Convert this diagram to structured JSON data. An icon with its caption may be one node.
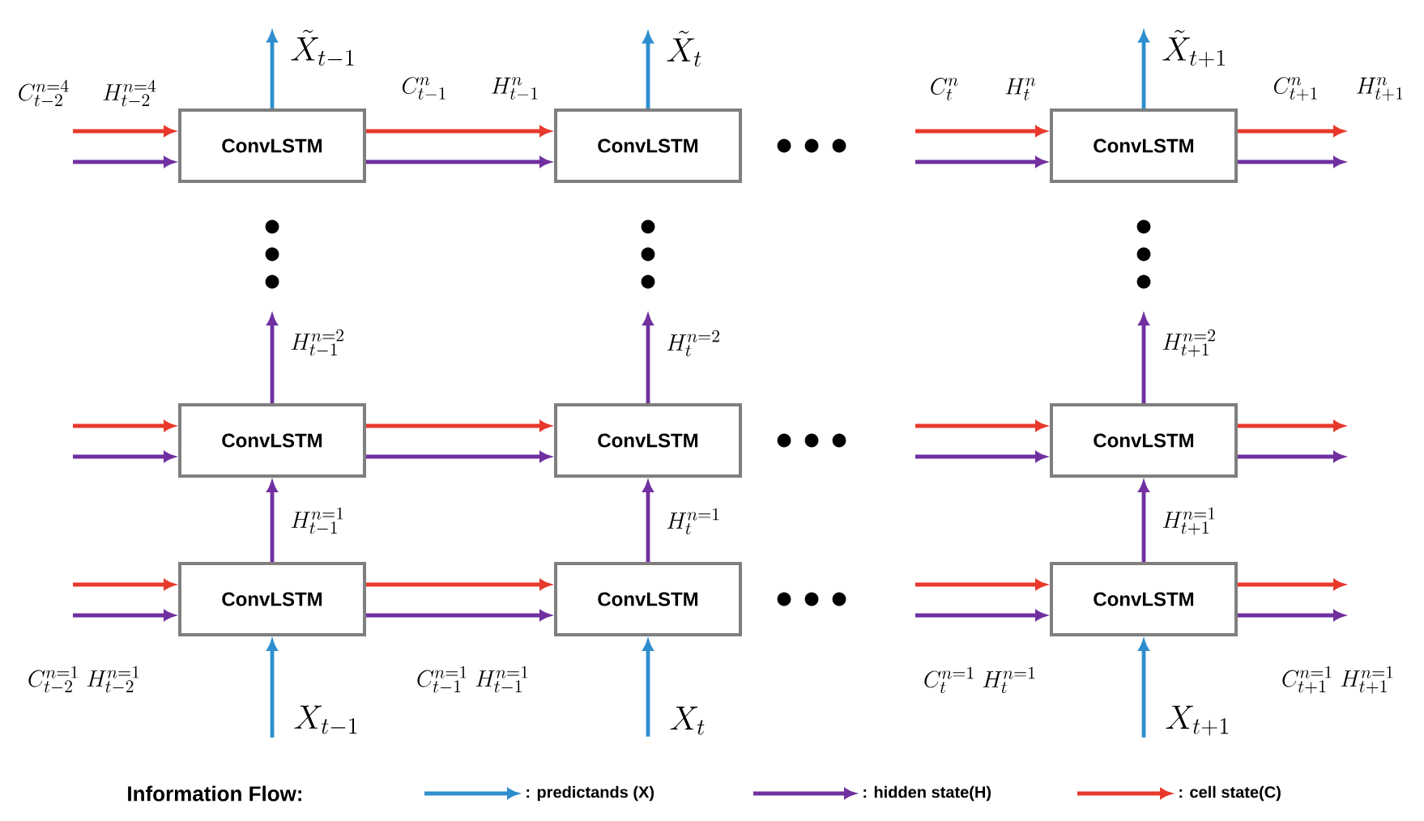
{
  "diagram": {
    "nodes": [
      {
        "text": [
          "ConvLSTM"
        ]
      },
      {
        "text": [
          "ConvLSTM"
        ]
      },
      {
        "text": [
          "ConvLSTM"
        ]
      },
      {
        "text": [
          "ConvLSTM"
        ]
      },
      {
        "text": [
          "ConvLSTM"
        ]
      },
      {
        "text": [
          "ConvLSTM"
        ]
      },
      {
        "text": [
          "ConvLSTM"
        ]
      },
      {
        "text": [
          "ConvLSTM"
        ]
      },
      {
        "text": [
          "ConvLSTM"
        ]
      },
      {
        "text": [
          "\\tilde{X}_{t-1}"
        ]
      },
      {
        "text": [
          "\\tilde{X}_{t}"
        ]
      },
      {
        "text": [
          "\\tilde{X}_{t+1}"
        ]
      },
      {
        "text": [
          "X_{t-1}"
        ]
      },
      {
        "text": [
          "X_{t}"
        ]
      },
      {
        "text": [
          "X_{t+1}"
        ]
      }
    ],
    "edges": [
      {
        "from": null,
        "to": 0,
        "arrow": "to",
        "color": "#e8392c",
        "label": "C^{n=4}_{t-2}"
      },
      {
        "from": null,
        "to": 0,
        "arrow": "to",
        "label": "H^{n=4}_{t-2}"
      },
      {
        "from": 0,
        "to": 1,
        "arrow": "to",
        "color": "#e8392c",
        "label": "C^{n}_{t-1}"
      },
      {
        "from": 0,
        "to": 1,
        "arrow": "to",
        "label": "H^{n}_{t-1}"
      },
      {
        "from": null,
        "to": 2,
        "arrow": "to",
        "color": "#e8392c",
        "label": "C^{n}_{t}"
      },
      {
        "from": null,
        "to": 2,
        "arrow": "to",
        "label": "H^{n}_{t}"
      },
      {
        "from": 2,
        "to": null,
        "arrow": "to",
        "color": "#e8392c",
        "label": "C^{n}_{t+1}"
      },
      {
        "from": 2,
        "to": null,
        "arrow": "to",
        "label": "H^{n}_{t+1}"
      },
      {
        "from": null,
        "to": 3,
        "arrow": "to",
        "color": "#e8392c"
      },
      {
        "from": null,
        "to": 3,
        "arrow": "to"
      },
      {
        "from": 3,
        "to": 4,
        "arrow": "to",
        "color": "#e8392c"
      },
      {
        "from": 3,
        "to": 4,
        "arrow": "to"
      },
      {
        "from": null,
        "to": 5,
        "arrow": "to",
        "color": "#e8392c"
      },
      {
        "from": null,
        "to": 5,
        "arrow": "to"
      },
      {
        "from": 5,
        "to": null,
        "arrow": "to",
        "color": "#e8392c"
      },
      {
        "from": 5,
        "to": null,
        "arrow": "to"
      },
      {
        "from": null,
        "to": 6,
        "arrow": "to",
        "color": "#e8392c"
      },
      {
        "from": null,
        "to": 6,
        "arrow": "to",
        "label": "C^{n=1}_{t-2}\\;H^{n=1}_{t-2}"
      },
      {
        "from": 6,
        "to": 7,
        "arrow": "to",
        "color": "#e8392c"
      },
      {
        "from": 6,
        "to": 7,
        "arrow": "to",
        "label": "C^{n=1}_{t-1}\\;H^{n=1}_{t-1}"
      },
      {
        "from": null,
        "to": 8,
        "arrow": "to",
        "color": "#e8392c"
      },
      {
        "from": null,
        "to": 8,
        "arrow": "to",
        "label": "C^{n=1}_{t}\\;H^{n=1}_{t}"
      },
      {
        "from": 8,
        "to": null,
        "arrow": "to",
        "color": "#e8392c"
      },
      {
        "from": 8,
        "to": null,
        "arrow": "to",
        "label": "C^{n=1}_{t+1}\\;H^{n=1}_{t+1}"
      },
      {
        "from": 0,
        "to": 9,
        "arrow": "to",
        "color": "#2e8ece"
      },
      {
        "from": 1,
        "to": 10,
        "arrow": "to",
        "color": "#2e8ece"
      },
      {
        "from": 2,
        "to": 11,
        "arrow": "to",
        "color": "#2e8ece"
      },
      {
        "from": 12,
        "to": 6,
        "arrow": "to",
        "color": "#2e8ece"
      },
      {
        "from": 13,
        "to": 7,
        "arrow": "to",
        "color": "#2e8ece"
      },
      {
        "from": 14,
        "to": 8,
        "arrow": "to",
        "color": "#2e8ece"
      },
      {
        "from": 6,
        "to": 3,
        "arrow": "to",
        "label": "H^{n=1}_{t-1}"
      },
      {
        "from": 7,
        "to": 4,
        "arrow": "to",
        "label": "H^{n=1}_{t}"
      },
      {
        "from": 8,
        "to": 5,
        "arrow": "to",
        "label": "H^{n=1}_{t+1}"
      },
      {
        "from": 3,
        "to": null,
        "arrow": "to",
        "label": "H^{n=2}_{t-1}"
      },
      {
        "from": 4,
        "to": null,
        "arrow": "to",
        "label": "H^{n=2}_{t}"
      },
      {
        "from": 5,
        "to": null,
        "arrow": "to",
        "label": "H^{n=2}_{t+1}"
      }
    ],
    "labels": [
      "Information Flow:"
    ],
    "legend": [
      {
        "text": ": predictands (X)"
      },
      {
        "text": ": hidden state(H)"
      },
      {
        "text": ": cell state(C)"
      }
    ]
  }
}
